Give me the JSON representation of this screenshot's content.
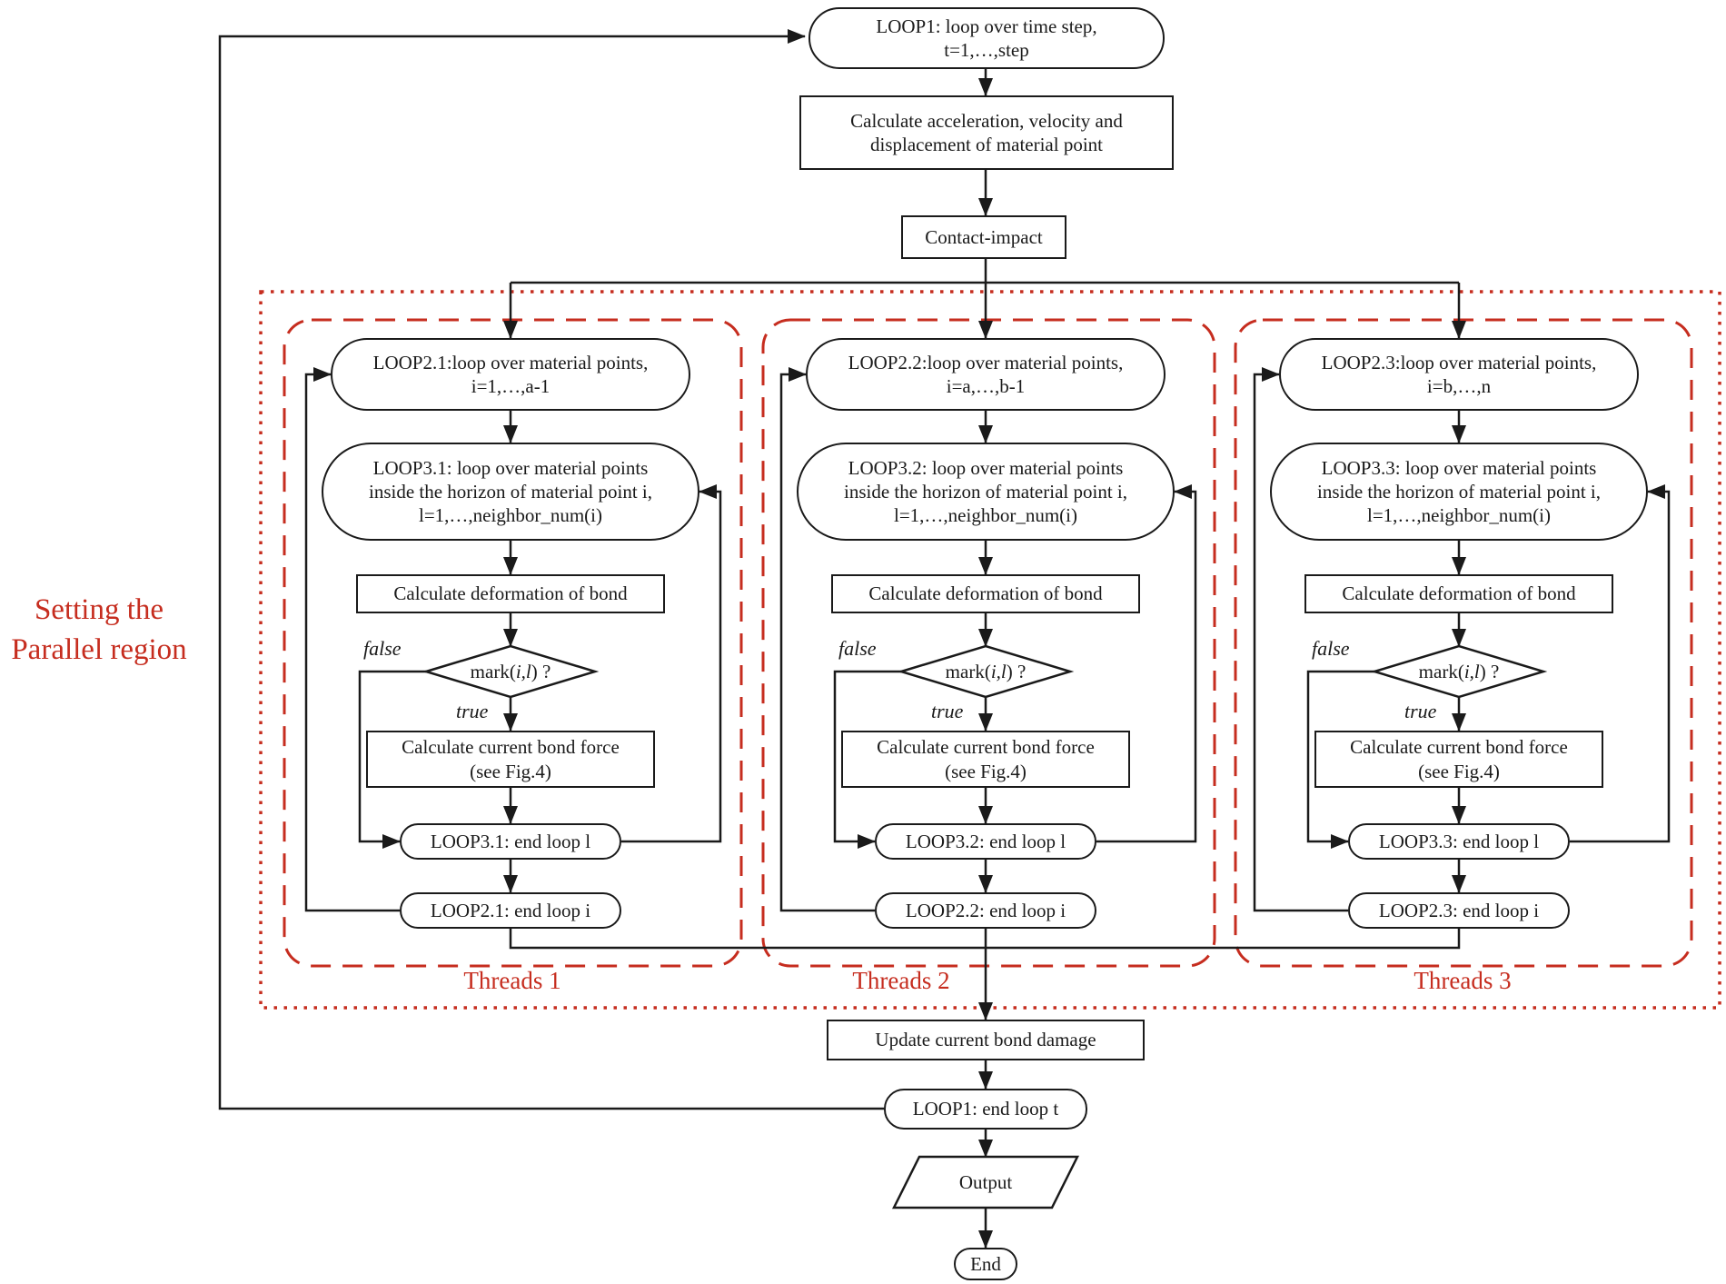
{
  "colors": {
    "red": "#c62d1f",
    "ink": "#1a1a1a"
  },
  "side_label": {
    "line1": "Setting the",
    "line2": "Parallel region"
  },
  "top": {
    "loop1_line1": "LOOP1: loop over time step,",
    "loop1_line2": "t=1,…,step",
    "calc_line1": "Calculate acceleration, velocity and",
    "calc_line2": "displacement of material point",
    "contact": "Contact-impact"
  },
  "threads": [
    {
      "label": "Threads 1",
      "loop2_line1": "LOOP2.1:loop over material points,",
      "loop2_line2": "i=1,…,a-1",
      "loop3_line1": "LOOP3.1: loop over material points",
      "loop3_line2": "inside the horizon of material point i,",
      "loop3_line3": "l=1,…,neighbor_num(i)",
      "deform": "Calculate deformation of bond",
      "dec_pre": "mark(",
      "dec_var": "i,l",
      "dec_suf": ") ?",
      "false_label": "false",
      "true_label": "true",
      "force_line1": "Calculate current bond force",
      "force_line2": "(see Fig.4)",
      "loop3_end": "LOOP3.1: end loop l",
      "loop2_end": "LOOP2.1: end loop i"
    },
    {
      "label": "Threads 2",
      "loop2_line1": "LOOP2.2:loop over material points,",
      "loop2_line2": "i=a,…,b-1",
      "loop3_line1": "LOOP3.2: loop over material points",
      "loop3_line2": "inside the horizon of material point i,",
      "loop3_line3": "l=1,…,neighbor_num(i)",
      "deform": "Calculate deformation of bond",
      "dec_pre": "mark(",
      "dec_var": "i,l",
      "dec_suf": ") ?",
      "false_label": "false",
      "true_label": "true",
      "force_line1": "Calculate current bond force",
      "force_line2": "(see Fig.4)",
      "loop3_end": "LOOP3.2: end loop l",
      "loop2_end": "LOOP2.2: end loop i"
    },
    {
      "label": "Threads 3",
      "loop2_line1": "LOOP2.3:loop over material points,",
      "loop2_line2": "i=b,…,n",
      "loop3_line1": "LOOP3.3: loop over material points",
      "loop3_line2": "inside the horizon of material point i,",
      "loop3_line3": "l=1,…,neighbor_num(i)",
      "deform": "Calculate deformation of bond",
      "dec_pre": "mark(",
      "dec_var": "i,l",
      "dec_suf": ") ?",
      "false_label": "false",
      "true_label": "true",
      "force_line1": "Calculate current bond force",
      "force_line2": "(see Fig.4)",
      "loop3_end": "LOOP3.3: end loop l",
      "loop2_end": "LOOP2.3: end loop i"
    }
  ],
  "bottom": {
    "update": "Update current bond damage",
    "loop1_end": "LOOP1: end loop t",
    "output": "Output",
    "end": "End"
  }
}
